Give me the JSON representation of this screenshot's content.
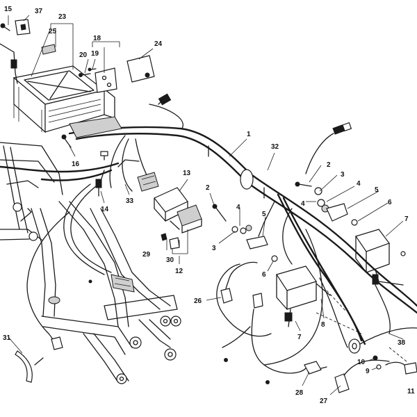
{
  "diagram": {
    "callouts": {
      "c15": "15",
      "c37": "37",
      "c23": "23",
      "c25": "25",
      "c18": "18",
      "c20": "20",
      "c19": "19",
      "c24": "24",
      "c1": "1",
      "c32": "32",
      "c16": "16",
      "c13": "13",
      "c33": "33",
      "c14": "14",
      "c2a": "2",
      "c3a": "3",
      "c4a": "4",
      "c5a": "5",
      "c6a": "6",
      "c7a": "7",
      "c2b": "2",
      "c4b": "4",
      "c5b": "5",
      "c3b": "3",
      "c6b": "6",
      "c29": "29",
      "c30": "30",
      "c12": "12",
      "c26": "26",
      "c7b": "7",
      "c8": "8",
      "c38": "38",
      "c31": "31",
      "c10": "10",
      "c9": "9",
      "c28": "28",
      "c27": "27",
      "c11": "11"
    }
  }
}
